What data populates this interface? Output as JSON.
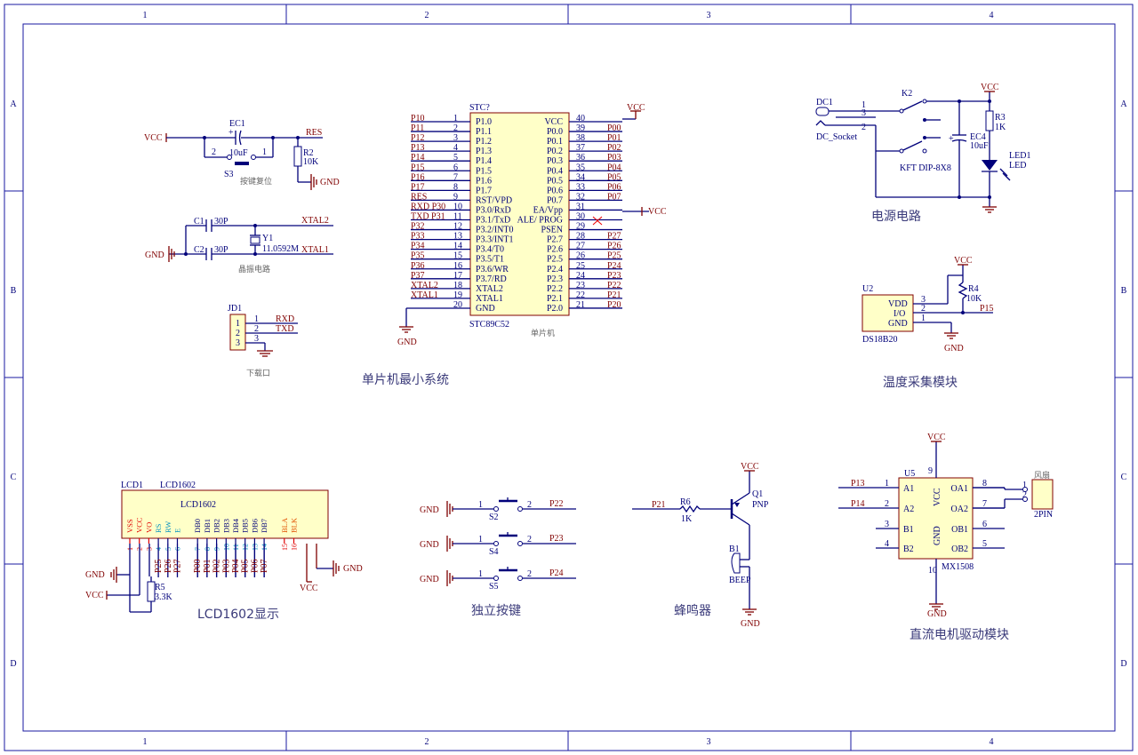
{
  "sheet": {
    "column_labels": [
      "1",
      "2",
      "3",
      "4"
    ],
    "row_labels": [
      "A",
      "B",
      "C",
      "D"
    ]
  },
  "power": {
    "vcc": "VCC",
    "gnd": "GND"
  },
  "reset": {
    "cap_ref": "EC1",
    "cap_val": "10uF",
    "res_ref": "R2",
    "res_val": "10K",
    "sw_ref": "S3",
    "net": "RES",
    "pin1": "1",
    "pin2": "2",
    "title": "按键复位"
  },
  "crystal": {
    "c1_ref": "C1",
    "c1_val": "30P",
    "c2_ref": "C2",
    "c2_val": "30P",
    "xtal_ref": "Y1",
    "xtal_val": "11.0592M",
    "net_x2": "XTAL2",
    "net_x1": "XTAL1",
    "title": "晶振电路"
  },
  "download": {
    "ref": "JD1",
    "pins": [
      "1",
      "2",
      "3"
    ],
    "nets": [
      "RXD",
      "TXD"
    ],
    "title": "下载口"
  },
  "mcu": {
    "ref": "STC?",
    "part": "STC89C52",
    "title": "单片机",
    "section_title": "单片机最小系统",
    "left_pins": [
      {
        "num": "1",
        "name": "P1.0",
        "net": "P10"
      },
      {
        "num": "2",
        "name": "P1.1",
        "net": "P11"
      },
      {
        "num": "3",
        "name": "P1.2",
        "net": "P12"
      },
      {
        "num": "4",
        "name": "P1.3",
        "net": "P13"
      },
      {
        "num": "5",
        "name": "P1.4",
        "net": "P14"
      },
      {
        "num": "6",
        "name": "P1.5",
        "net": "P15"
      },
      {
        "num": "7",
        "name": "P1.6",
        "net": "P16"
      },
      {
        "num": "8",
        "name": "P1.7",
        "net": "P17"
      },
      {
        "num": "9",
        "name": "RST/VPD",
        "net": "RES"
      },
      {
        "num": "10",
        "name": "P3.0/RxD",
        "net": "RXD P30"
      },
      {
        "num": "11",
        "name": "P3.1/TxD",
        "net": "TXD P31"
      },
      {
        "num": "12",
        "name": "P3.2/INT0",
        "net": "P32"
      },
      {
        "num": "13",
        "name": "P3.3/INT1",
        "net": "P33"
      },
      {
        "num": "14",
        "name": "P3.4/T0",
        "net": "P34"
      },
      {
        "num": "15",
        "name": "P3.5/T1",
        "net": "P35"
      },
      {
        "num": "16",
        "name": "P3.6/WR",
        "net": "P36"
      },
      {
        "num": "17",
        "name": "P3.7/RD",
        "net": "P37"
      },
      {
        "num": "18",
        "name": "XTAL2",
        "net": "XTAL2"
      },
      {
        "num": "19",
        "name": "XTAL1",
        "net": "XTAL1"
      },
      {
        "num": "20",
        "name": "GND",
        "net": ""
      }
    ],
    "right_pins": [
      {
        "num": "40",
        "name": "VCC",
        "net": ""
      },
      {
        "num": "39",
        "name": "P0.0",
        "net": "P00"
      },
      {
        "num": "38",
        "name": "P0.1",
        "net": "P01"
      },
      {
        "num": "37",
        "name": "P0.2",
        "net": "P02"
      },
      {
        "num": "36",
        "name": "P0.3",
        "net": "P03"
      },
      {
        "num": "35",
        "name": "P0.4",
        "net": "P04"
      },
      {
        "num": "34",
        "name": "P0.5",
        "net": "P05"
      },
      {
        "num": "33",
        "name": "P0.6",
        "net": "P06"
      },
      {
        "num": "32",
        "name": "P0.7",
        "net": "P07"
      },
      {
        "num": "31",
        "name": "EA/Vpp",
        "net": ""
      },
      {
        "num": "30",
        "name": "ALE/ PROG",
        "net": ""
      },
      {
        "num": "29",
        "name": "PSEN",
        "net": ""
      },
      {
        "num": "28",
        "name": "P2.7",
        "net": "P27"
      },
      {
        "num": "27",
        "name": "P2.6",
        "net": "P26"
      },
      {
        "num": "26",
        "name": "P2.5",
        "net": "P25"
      },
      {
        "num": "25",
        "name": "P2.4",
        "net": "P24"
      },
      {
        "num": "24",
        "name": "P2.3",
        "net": "P23"
      },
      {
        "num": "23",
        "name": "P2.2",
        "net": "P22"
      },
      {
        "num": "22",
        "name": "P2.1",
        "net": "P21"
      },
      {
        "num": "21",
        "name": "P2.0",
        "net": "P20"
      }
    ]
  },
  "power_circuit": {
    "dc_ref": "DC1",
    "dc_part": "DC_Socket",
    "dc_pins": [
      "1",
      "3",
      "2"
    ],
    "sw_ref": "K2",
    "sw_part": "KFT DIP-8X8",
    "cap_ref": "EC4",
    "cap_val": "10uF",
    "res_ref": "R3",
    "res_val": "1K",
    "led_ref": "LED1",
    "led_part": "LED",
    "title": "电源电路"
  },
  "temp": {
    "ref": "U2",
    "part": "DS18B20",
    "res_ref": "R4",
    "res_val": "10K",
    "pins": [
      {
        "num": "3",
        "name": "VDD"
      },
      {
        "num": "2",
        "name": "I/O"
      },
      {
        "num": "1",
        "name": "GND"
      }
    ],
    "net": "P15",
    "title": "温度采集模块"
  },
  "lcd": {
    "ref": "LCD1",
    "part": "LCD1602",
    "display_text": "LCD1602",
    "pin_names": [
      "VSS",
      "VCC",
      "VO",
      "RS",
      "RW",
      "E",
      "DB0",
      "DB1",
      "DB2",
      "DB3",
      "DB4",
      "DB5",
      "DB6",
      "DB7",
      "BLA",
      "BLK"
    ],
    "pin_nums": [
      "1",
      "2",
      "3",
      "4",
      "5",
      "6",
      "7",
      "8",
      "9",
      "10",
      "11",
      "12",
      "13",
      "14",
      "15",
      "16"
    ],
    "nets": [
      "",
      "",
      "",
      "P25",
      "P26",
      "P27",
      "P00",
      "P01",
      "P02",
      "P03",
      "P04",
      "P05",
      "P06",
      "P07",
      "",
      ""
    ],
    "res_ref": "R5",
    "res_val": "3.3K",
    "title": "LCD1602显示"
  },
  "buttons": {
    "items": [
      {
        "ref": "S2",
        "net": "P22"
      },
      {
        "ref": "S4",
        "net": "P23"
      },
      {
        "ref": "S5",
        "net": "P24"
      }
    ],
    "pin1": "1",
    "pin2": "2",
    "title": "独立按键"
  },
  "buzzer": {
    "net": "P21",
    "res_ref": "R6",
    "res_val": "1K",
    "q_ref": "Q1",
    "q_part": "PNP",
    "b_ref": "B1",
    "b_part": "BEEP",
    "title": "蜂鸣器"
  },
  "motor": {
    "ref": "U5",
    "part": "MX1508",
    "pins_left": [
      {
        "num": "1",
        "name": "A1",
        "net": "P13"
      },
      {
        "num": "2",
        "name": "A2",
        "net": "P14"
      },
      {
        "num": "3",
        "name": "B1",
        "net": ""
      },
      {
        "num": "4",
        "name": "B2",
        "net": ""
      }
    ],
    "pins_right": [
      {
        "num": "8",
        "name": "OA1"
      },
      {
        "num": "7",
        "name": "OA2"
      },
      {
        "num": "6",
        "name": "OB1"
      },
      {
        "num": "5",
        "name": "OB2"
      }
    ],
    "vcc_pin": "9",
    "gnd_pin": "10",
    "fan_name": "风扇",
    "fan_part": "2PIN",
    "fan_pins": [
      "1",
      "2"
    ],
    "title": "直流电机驱动模块"
  }
}
